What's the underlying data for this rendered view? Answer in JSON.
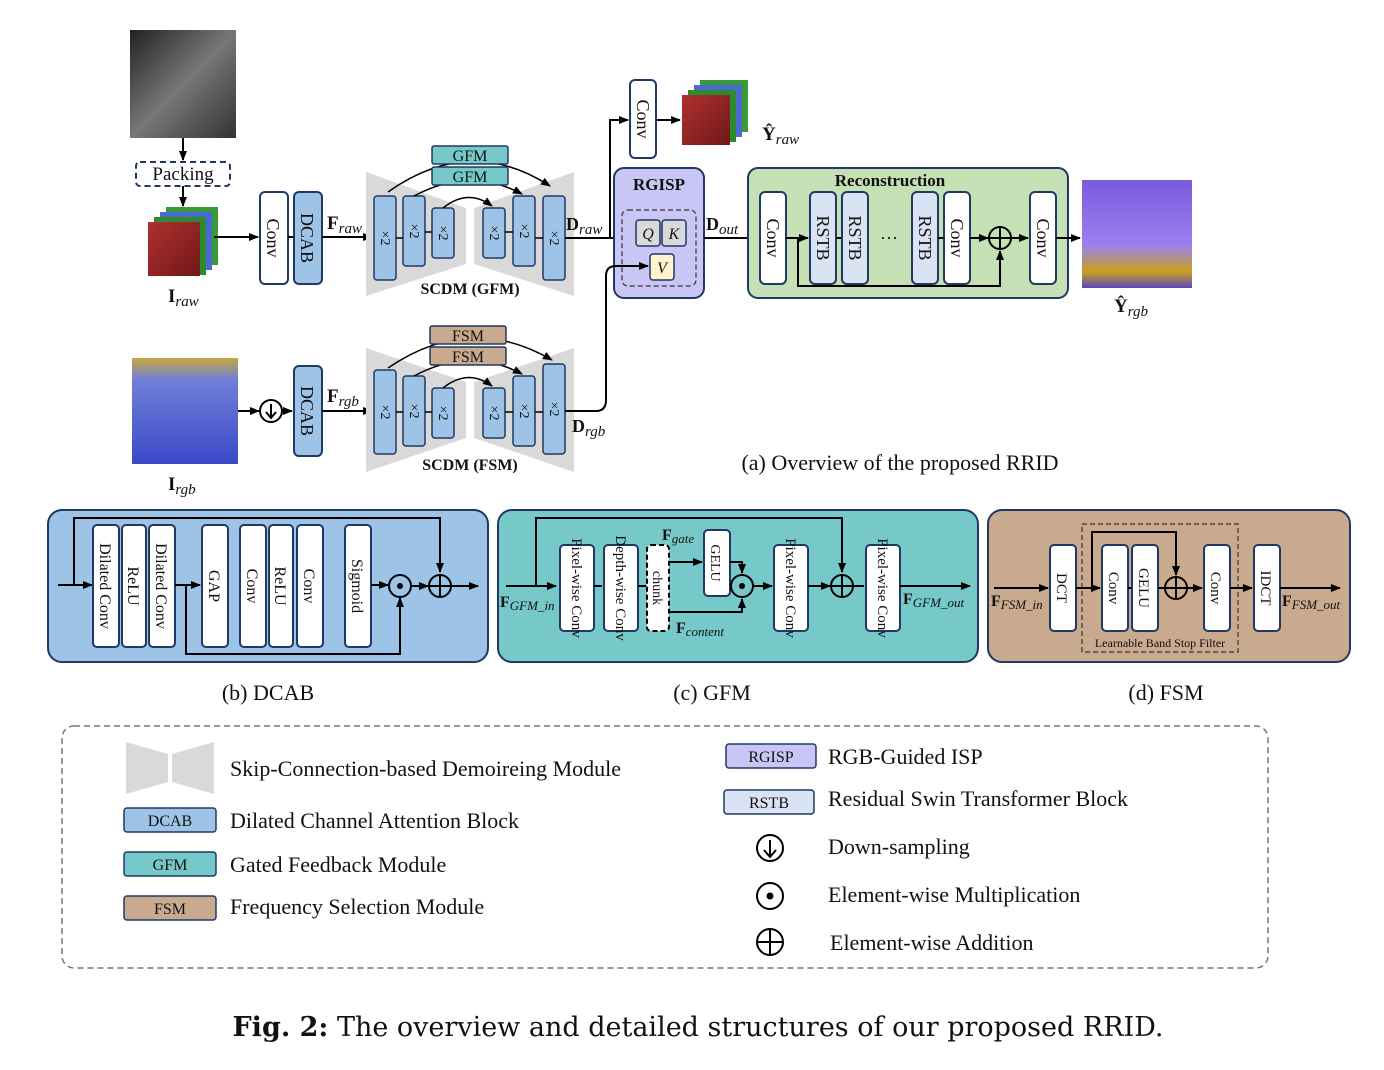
{
  "overview": {
    "packing": "Packing",
    "conv": "Conv",
    "dcab": "DCAB",
    "x2": "×2",
    "gfm": "GFM",
    "fsm": "FSM",
    "scdm_gfm": "SCDM (GFM)",
    "scdm_fsm": "SCDM (FSM)",
    "rgisp": "RGISP",
    "q": "Q",
    "k": "K",
    "v": "V",
    "reconstruction": "Reconstruction",
    "rstb": "RSTB",
    "ellipsis": "···",
    "i_raw": {
      "main": "I",
      "sub": "raw"
    },
    "i_rgb": {
      "main": "I",
      "sub": "rgb"
    },
    "f_raw": {
      "main": "F",
      "sub": "raw"
    },
    "f_rgb": {
      "main": "F",
      "sub": "rgb"
    },
    "d_raw": {
      "main": "D",
      "sub": "raw"
    },
    "d_rgb": {
      "main": "D",
      "sub": "rgb"
    },
    "d_out": {
      "main": "D",
      "sub": "out"
    },
    "y_raw": {
      "main": "Ŷ",
      "sub": "raw"
    },
    "y_rgb": {
      "main": "Ŷ",
      "sub": "rgb"
    },
    "caption": "(a) Overview of the proposed RRID"
  },
  "dcab_detail": {
    "dilated_conv": "Dilated Conv",
    "relu": "ReLU",
    "gap": "GAP",
    "conv": "Conv",
    "sigmoid": "Sigmoid",
    "caption": "(b) DCAB"
  },
  "gfm_detail": {
    "pixel_wise_conv": "Pixel-wise Conv",
    "depth_wise_conv": "Depth-wise Conv",
    "chunk": "chunk",
    "gelu": "GELU",
    "f_in": {
      "main": "F",
      "sub": "GFM_in"
    },
    "f_out": {
      "main": "F",
      "sub": "GFM_out"
    },
    "f_gate": {
      "main": "F",
      "sub": "gate"
    },
    "f_content": {
      "main": "F",
      "sub": "content"
    },
    "caption": "(c) GFM"
  },
  "fsm_detail": {
    "dct": "DCT",
    "idct": "IDCT",
    "conv": "Conv",
    "gelu": "GELU",
    "band_stop": "Learnable Band Stop Filter",
    "f_in": {
      "main": "F",
      "sub": "FSM_in"
    },
    "f_out": {
      "main": "F",
      "sub": "FSM_out"
    },
    "caption": "(d) FSM"
  },
  "legend": {
    "scdm": "Skip-Connection-based Demoireing Module",
    "dcab_tag": "DCAB",
    "dcab": "Dilated Channel Attention Block",
    "gfm_tag": "GFM",
    "gfm": "Gated Feedback Module",
    "fsm_tag": "FSM",
    "fsm": "Frequency Selection Module",
    "rgisp_tag": "RGISP",
    "rgisp": "RGB-Guided ISP",
    "rstb_tag": "RSTB",
    "rstb": "Residual Swin Transformer Block",
    "down": "Down-sampling",
    "mult": "Element-wise Multiplication",
    "add": "Element-wise Addition"
  },
  "figure_caption": {
    "label": "Fig. 2:",
    "text": " The overview and detailed structures of our proposed RRID."
  },
  "colors": {
    "blue_block": "#9dc3e6",
    "gfm": "#76c9c8",
    "fsm": "#c9aa8f",
    "rgisp": "#c9c6f6",
    "rstb": "#dae3f3",
    "recon": "#c5e0b4",
    "dcab_panel": "#9dc3e6",
    "gfm_panel": "#76c9c8",
    "fsm_panel": "#c9aa8f"
  }
}
